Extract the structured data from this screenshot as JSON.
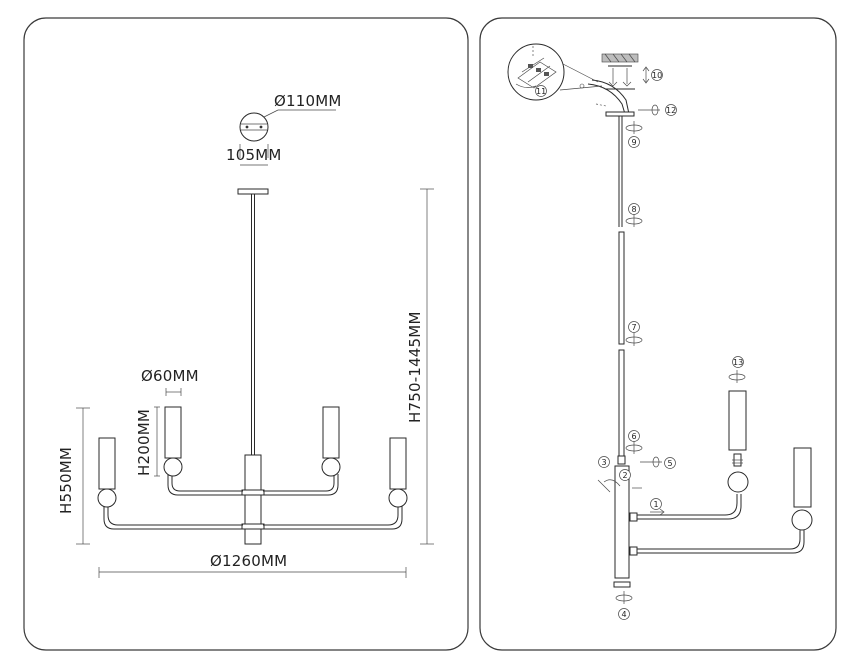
{
  "dimensions": {
    "canopy_diameter": "Ø110MM",
    "canopy_width": "105MM",
    "shade_diameter": "Ø60MM",
    "shade_height": "H200MM",
    "body_height": "H550MM",
    "total_height": "H750-1445MM",
    "total_diameter": "Ø1260MM"
  },
  "steps": [
    "1",
    "2",
    "3",
    "4",
    "5",
    "6",
    "7",
    "8",
    "9",
    "10",
    "11",
    "12",
    "13"
  ]
}
